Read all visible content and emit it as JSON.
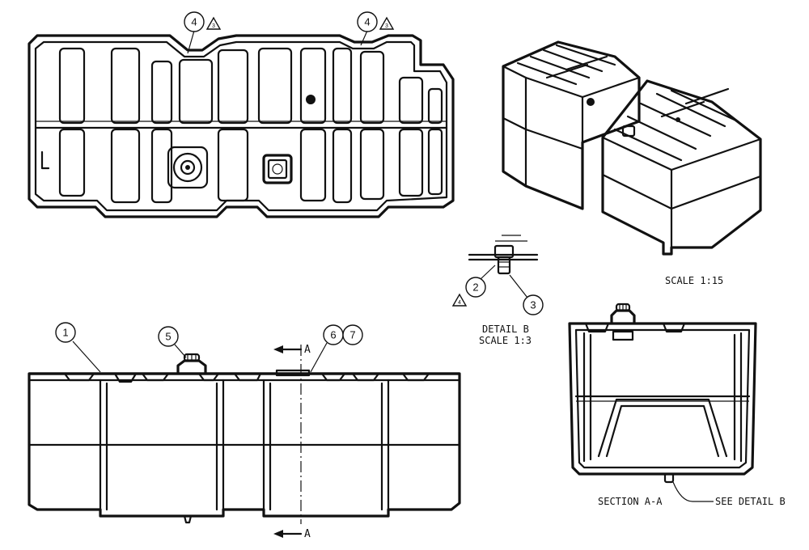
{
  "drawing": {
    "views": {
      "isometric": {
        "scale_label": "SCALE 1:15"
      },
      "detail_b": {
        "title": "DETAIL B",
        "scale": "SCALE 1:3"
      },
      "section": {
        "title": "SECTION A-A",
        "reference": "SEE DETAIL B"
      },
      "front": {
        "section_marker": "A"
      }
    },
    "balloons": {
      "b1": "1",
      "b2": "2",
      "b3": "3",
      "b4_left": "4",
      "b4_right": "4",
      "b5": "5",
      "b6": "6",
      "b7": "7"
    },
    "revision_flags": {
      "flag3_left": "3",
      "flag3_right": "3",
      "flag4": "4"
    }
  }
}
